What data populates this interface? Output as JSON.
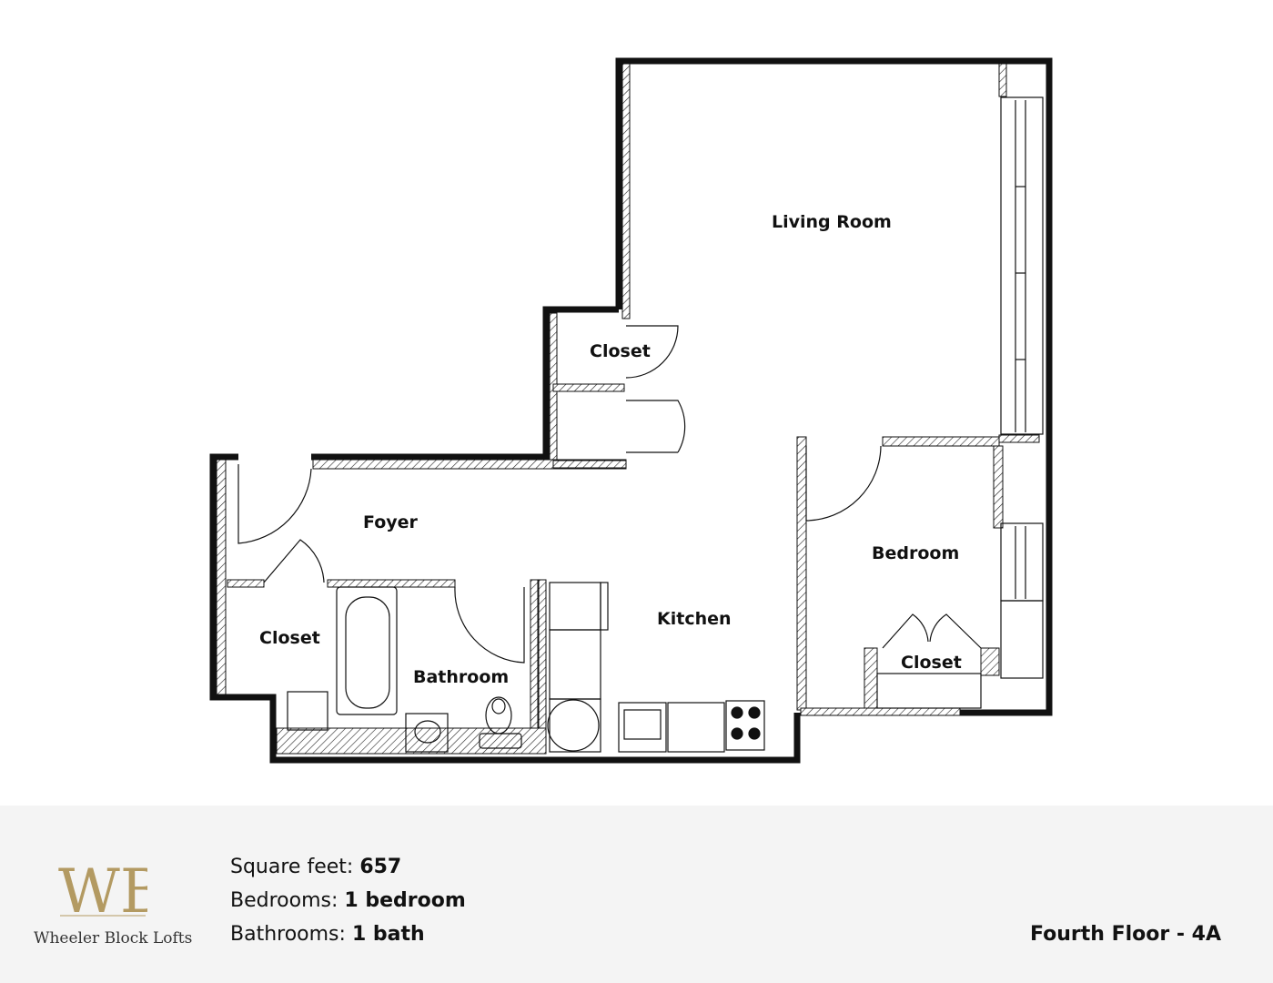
{
  "rooms": {
    "living_room": "Living Room",
    "closet_upper": "Closet",
    "foyer": "Foyer",
    "bedroom": "Bedroom",
    "closet_left": "Closet",
    "kitchen": "Kitchen",
    "bathroom": "Bathroom",
    "closet_bedroom": "Closet"
  },
  "brand": {
    "monogram": "WB",
    "name": "Wheeler Block Lofts",
    "accent_color": "#b39a62"
  },
  "specs": [
    {
      "label": "Square feet:",
      "value": "657"
    },
    {
      "label": "Bedrooms:",
      "value": "1 bedroom"
    },
    {
      "label": "Bathrooms:",
      "value": "1 bath"
    }
  ],
  "unit": "Fourth Floor - 4A",
  "colors": {
    "wall": "#111111",
    "footer_bg": "#f4f4f4"
  }
}
